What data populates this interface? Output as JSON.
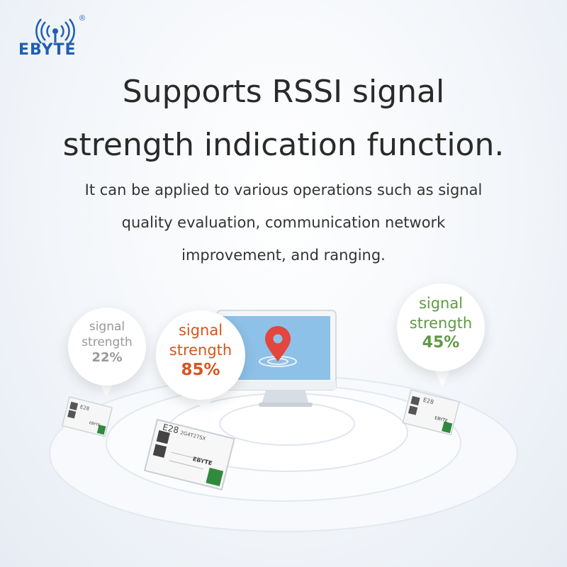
{
  "brand": {
    "name": "EBYTE",
    "registered_mark": "®"
  },
  "headline": {
    "line1": "Supports RSSI signal",
    "line2": "strength indication function."
  },
  "description": {
    "line1": "It can be applied to various operations such as signal",
    "line2": "quality evaluation, communication network",
    "line3": "improvement, and ranging."
  },
  "bubbles": [
    {
      "label_line1": "signal",
      "label_line2": "strength",
      "value": "22%",
      "color": "#999999"
    },
    {
      "label_line1": "signal",
      "label_line2": "strength",
      "value": "85%",
      "color": "#d9531e"
    },
    {
      "label_line1": "signal",
      "label_line2": "strength",
      "value": "45%",
      "color": "#5d9a43"
    }
  ],
  "module_labels": {
    "model": "E28",
    "part": "2G4T27SX",
    "brand": "EBYTE"
  },
  "colors": {
    "brand_blue": "#1f5fb0",
    "monitor_screen": "#8ec1e8",
    "map_pin": "#e2463c",
    "pcb_green": "#2f8a3c"
  }
}
